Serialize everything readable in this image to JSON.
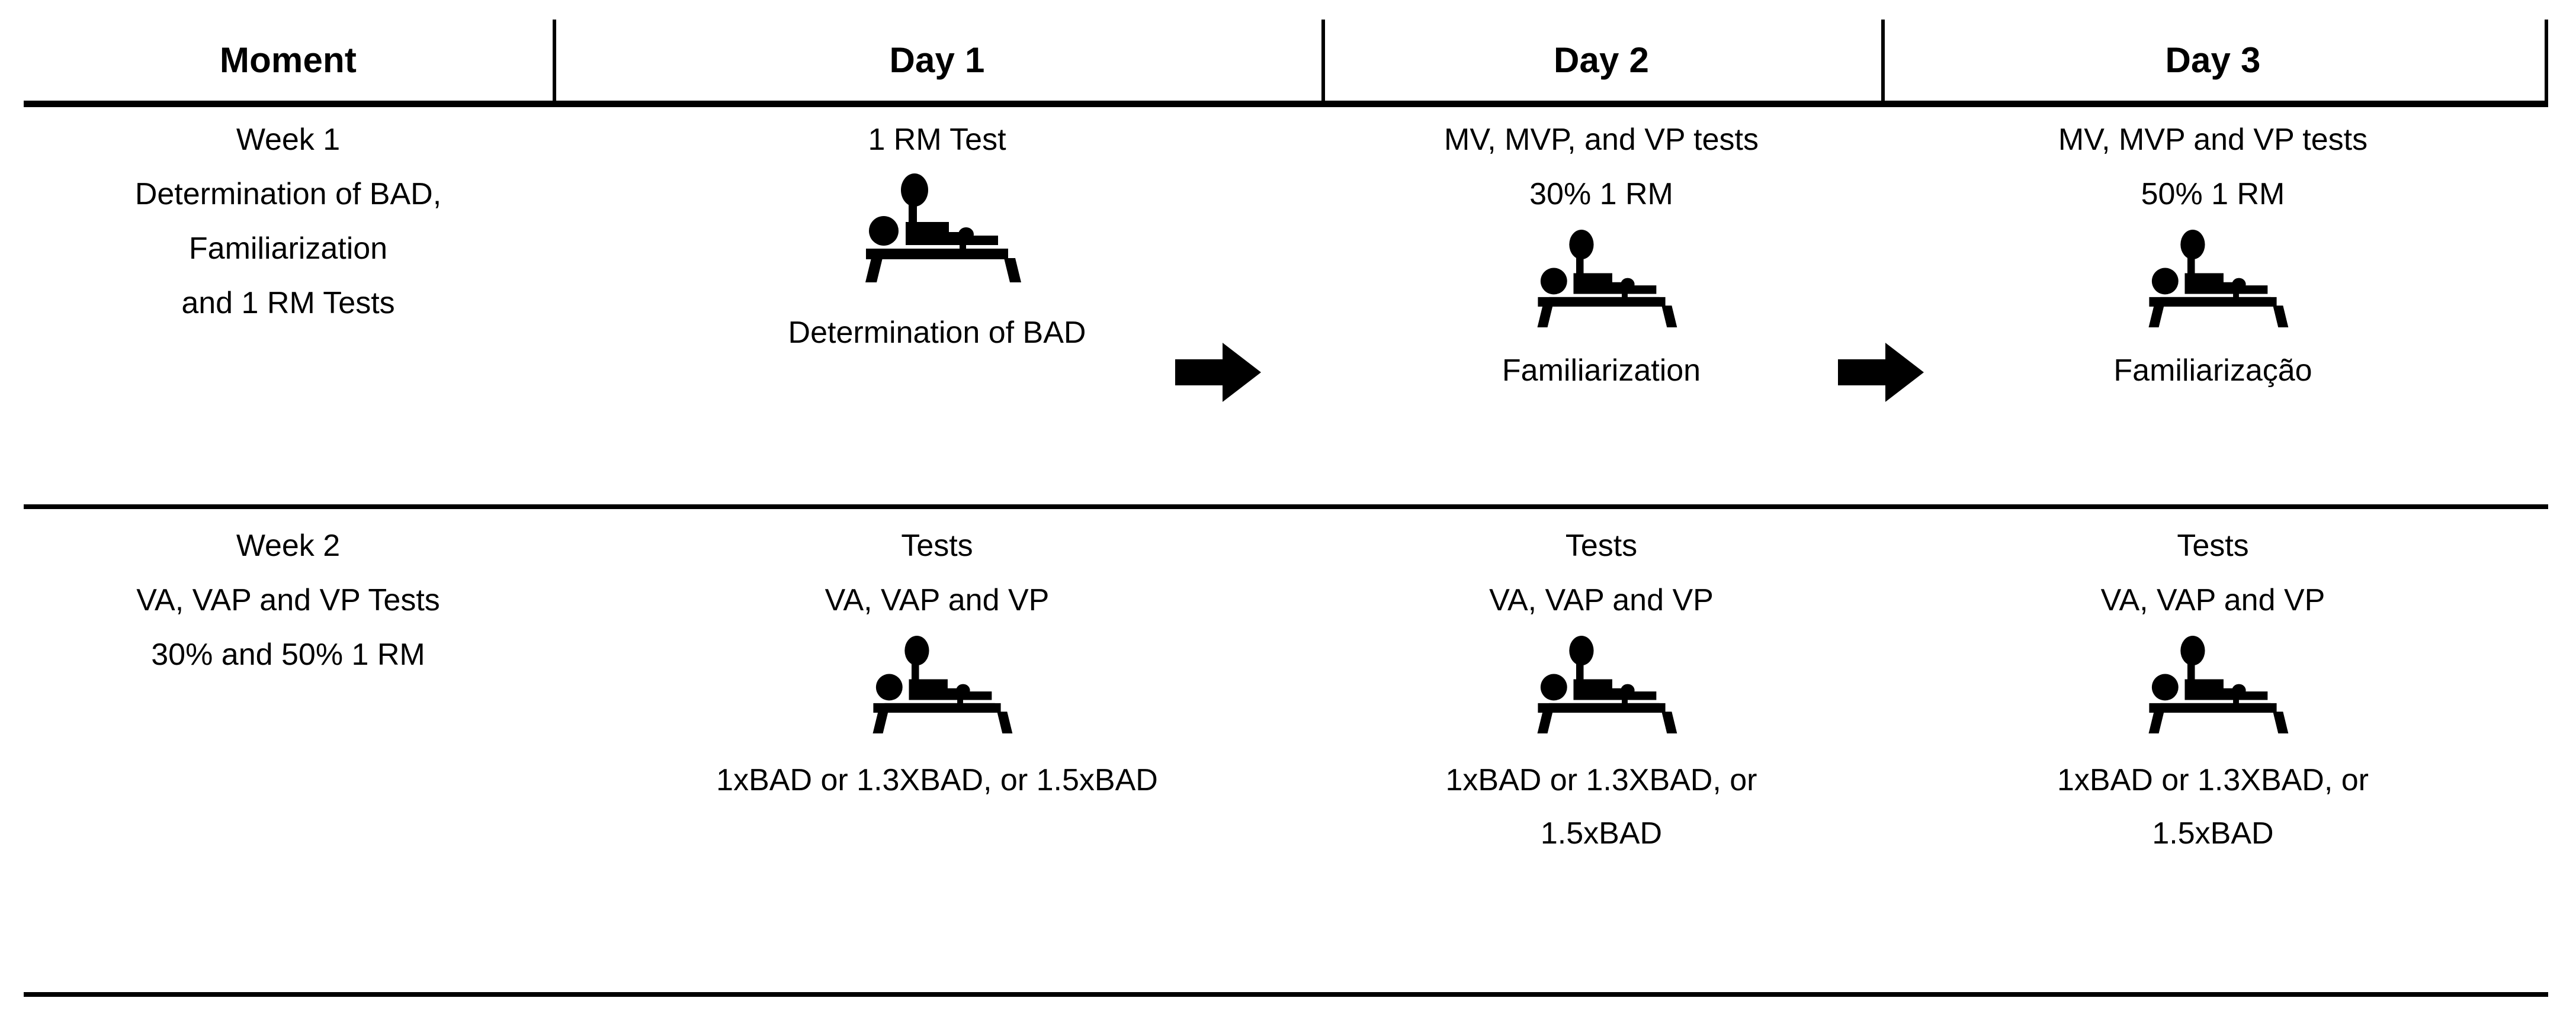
{
  "table": {
    "columns": [
      {
        "key": "moment",
        "label": "Moment"
      },
      {
        "key": "day1",
        "label": "Day 1"
      },
      {
        "key": "day2",
        "label": "Day 2"
      },
      {
        "key": "day3",
        "label": "Day 3"
      }
    ],
    "rows": [
      {
        "id": "week-1",
        "moment": {
          "lines": [
            "Week 1",
            "Determination of BAD,",
            "Familiarization",
            "and 1 RM Tests"
          ]
        },
        "day1": {
          "lines_above": [
            "1 RM Test"
          ],
          "icon": "bench-press-icon",
          "lines_below": [
            "Determination of BAD"
          ]
        },
        "day2": {
          "lines_above": [
            "MV, MVP, and VP tests",
            "30% 1 RM"
          ],
          "icon": "bench-press-icon",
          "lines_below": [
            "Familiarization"
          ]
        },
        "day3": {
          "lines_above": [
            "MV, MVP and VP tests",
            "50% 1 RM"
          ],
          "icon": "bench-press-icon",
          "lines_below": [
            "Familiarização"
          ]
        },
        "arrows": [
          "arrow-right-icon",
          "arrow-right-icon"
        ]
      },
      {
        "id": "week-2",
        "moment": {
          "lines": [
            "Week 2",
            "VA, VAP and VP Tests",
            "30% and 50% 1 RM"
          ]
        },
        "day1": {
          "lines_above": [
            "Tests",
            "VA, VAP and VP"
          ],
          "icon": "bench-press-icon",
          "lines_below": [
            "1xBAD or 1.3XBAD, or 1.5xBAD"
          ]
        },
        "day2": {
          "lines_above": [
            "Tests",
            "VA, VAP and VP"
          ],
          "icon": "bench-press-icon",
          "lines_below": [
            "1xBAD or 1.3XBAD, or",
            "1.5xBAD"
          ]
        },
        "day3": {
          "lines_above": [
            "Tests",
            "VA, VAP and VP"
          ],
          "icon": "bench-press-icon",
          "lines_below": [
            "1xBAD or 1.3XBAD, or",
            "1.5xBAD"
          ]
        }
      }
    ]
  },
  "colors": {
    "ink": "#000000",
    "page": "#ffffff"
  }
}
